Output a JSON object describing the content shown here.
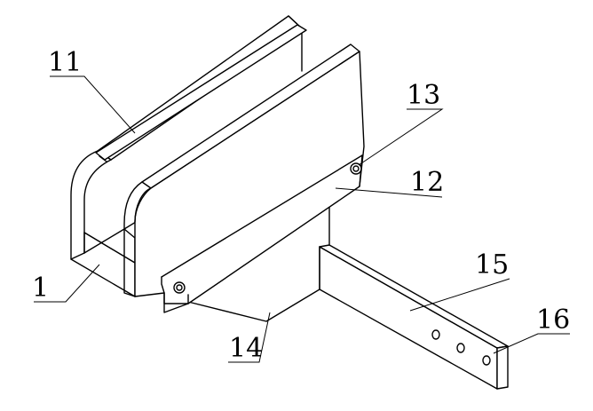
{
  "labels": {
    "l1": "1",
    "l11": "11",
    "l12": "12",
    "l13": "13",
    "l14": "14",
    "l15": "15",
    "l16": "16"
  }
}
